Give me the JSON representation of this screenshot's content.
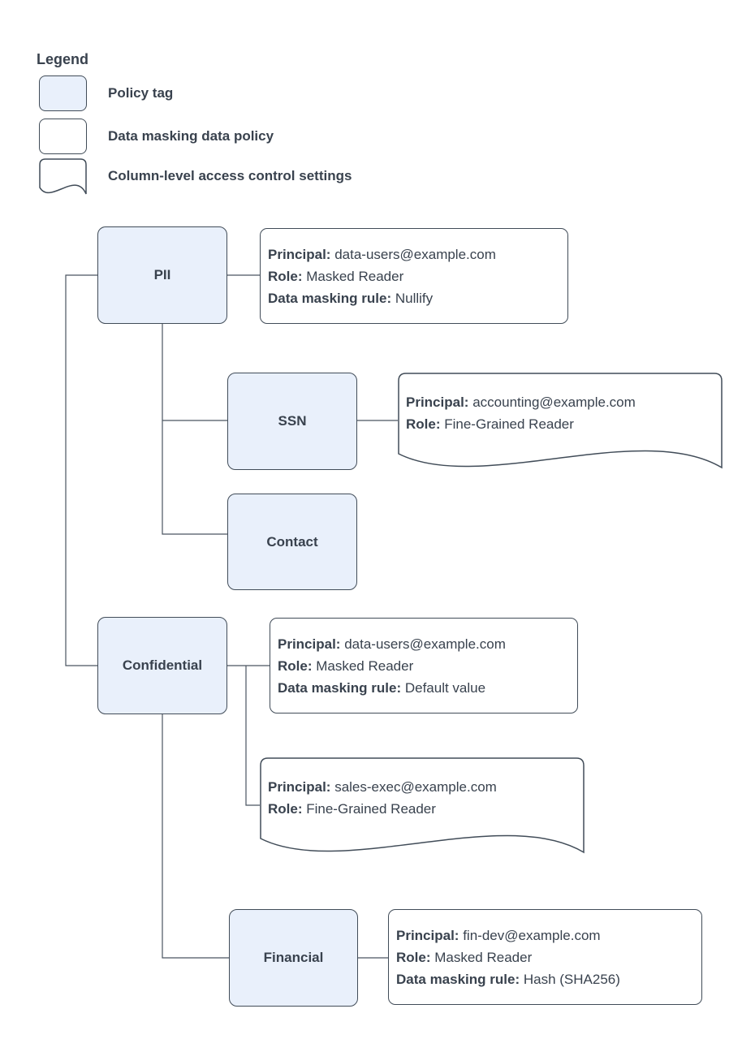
{
  "colors": {
    "policy_tag_fill": "#e9f0fb",
    "shape_stroke": "#414c58",
    "text": "#39424e",
    "background": "#ffffff"
  },
  "legend": {
    "title": "Legend",
    "items": [
      {
        "id": "policy-tag",
        "label": "Policy tag"
      },
      {
        "id": "data-masking-data-policy",
        "label": "Data masking data policy"
      },
      {
        "id": "column-level-access-control",
        "label": "Column-level access control settings"
      }
    ]
  },
  "policy_tags": {
    "pii": "PII",
    "ssn": "SSN",
    "contact": "Contact",
    "confidential": "Confidential",
    "financial": "Financial"
  },
  "data_policies": {
    "pii_masking": {
      "lines": [
        {
          "label": "Principal:",
          "value": "data-users@example.com"
        },
        {
          "label": "Role:",
          "value": "Masked Reader"
        },
        {
          "label": "Data masking rule:",
          "value": "Nullify"
        }
      ]
    },
    "ssn_access": {
      "lines": [
        {
          "label": "Principal:",
          "value": "accounting@example.com"
        },
        {
          "label": "Role:",
          "value": "Fine-Grained Reader"
        }
      ]
    },
    "confidential_masking": {
      "lines": [
        {
          "label": "Principal:",
          "value": "data-users@example.com"
        },
        {
          "label": "Role:",
          "value": "Masked Reader"
        },
        {
          "label": "Data masking rule:",
          "value": "Default value"
        }
      ]
    },
    "confidential_access": {
      "lines": [
        {
          "label": "Principal:",
          "value": "sales-exec@example.com"
        },
        {
          "label": "Role:",
          "value": "Fine-Grained Reader"
        }
      ]
    },
    "financial_masking": {
      "lines": [
        {
          "label": "Principal:",
          "value": "fin-dev@example.com"
        },
        {
          "label": "Role:",
          "value": "Masked Reader"
        },
        {
          "label": "Data masking rule:",
          "value": "Hash (SHA256)"
        }
      ]
    }
  }
}
